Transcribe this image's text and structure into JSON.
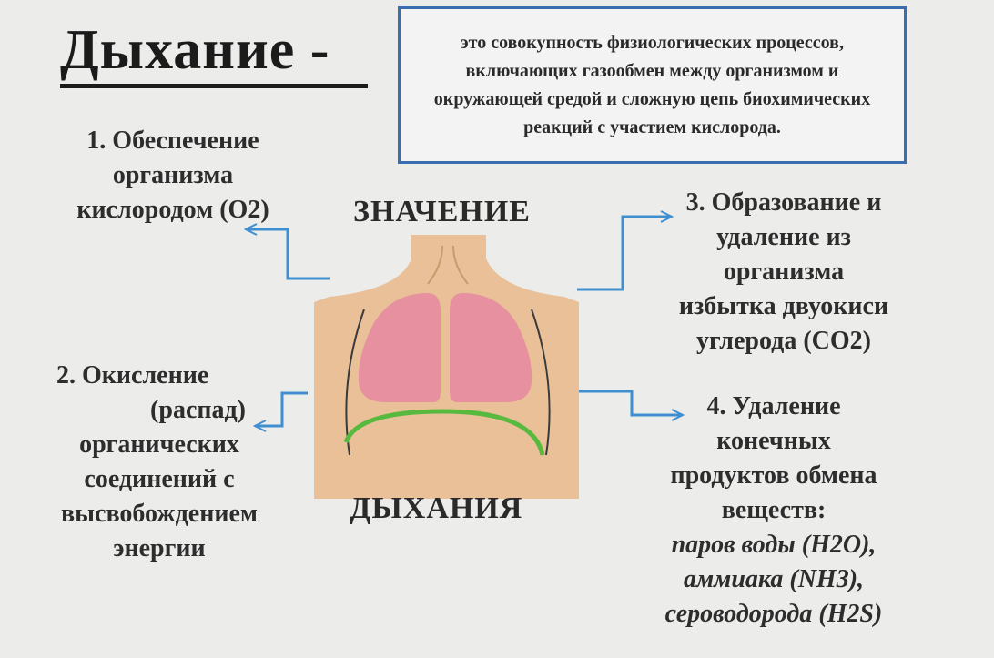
{
  "title": "Дыхание -",
  "definition": "это совокупность физиологических процессов, включающих газообмен между организмом и окружающей средой и сложную цепь биохимических реакций с участием кислорода.",
  "heading_top": "ЗНАЧЕНИЕ",
  "heading_bottom": "ДЫХАНИЯ",
  "items": {
    "one": [
      "1. Обеспечение",
      "организма",
      "кислородом (О2)"
    ],
    "two": [
      "2. Окисление",
      "(распад)",
      "органических",
      "соединений с",
      "высвобождением",
      "энергии"
    ],
    "three": [
      "3. Образование и",
      "удаление из",
      "организма",
      "избытка двуокиси",
      "углерода (СО2)"
    ],
    "four": [
      "4. Удаление",
      "конечных",
      "продуктов обмена",
      "веществ:"
    ],
    "four_sub": [
      "паров воды (Н2О),",
      "аммиака  (NH3),",
      "сероводорода (Н2S)"
    ]
  },
  "colors": {
    "arrows": "#3f8fd0",
    "box_border": "#3a6db0",
    "torso": "#e9b98a",
    "lungs": "#e7909f",
    "diaphragm": "#58b93f"
  }
}
